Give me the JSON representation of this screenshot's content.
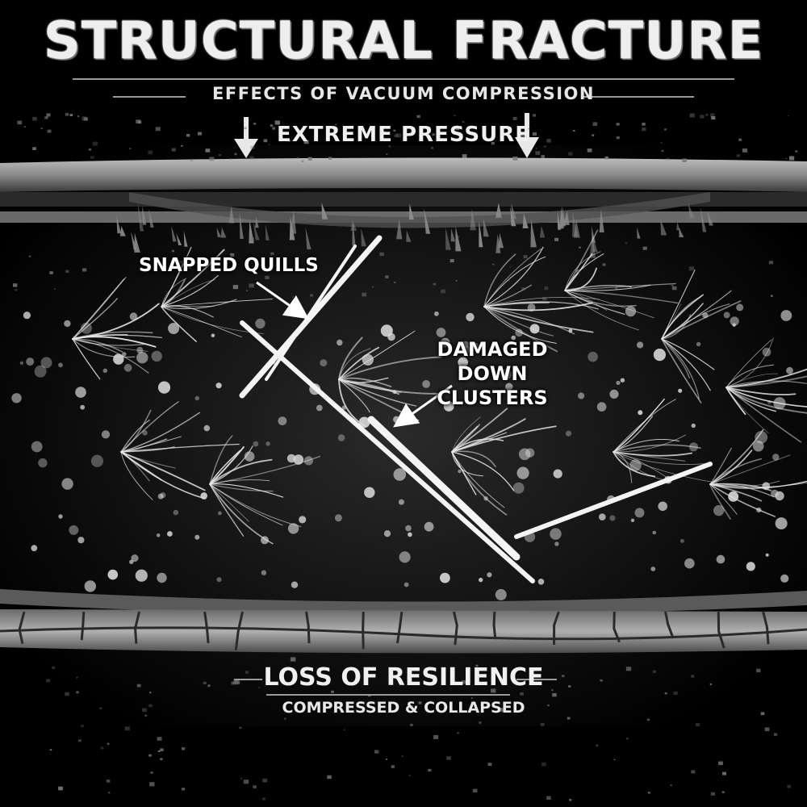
{
  "header": {
    "title": "STRUCTURAL FRACTURE",
    "subtitle": "EFFECTS OF VACUUM COMPRESSION",
    "pressure_label": "EXTREME PRESSURE"
  },
  "callouts": {
    "quills": "SNAPPED QUILLS",
    "down_line1": "DAMAGED",
    "down_line2": "DOWN CLUSTERS"
  },
  "footer": {
    "primary": "LOSS OF RESILIENCE",
    "secondary": "COMPRESSED & COLLAPSED"
  },
  "icons": {
    "pressure_arrows": "arrow-down-icon",
    "callout_arrows": "pointer-arrow-icon"
  },
  "colors": {
    "background": "#000000",
    "ink": "#f0f0f0"
  }
}
